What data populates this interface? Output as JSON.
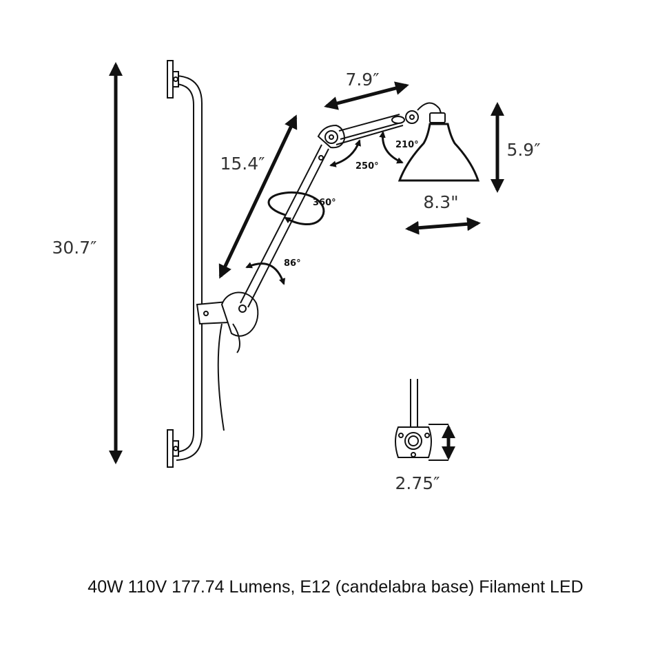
{
  "dimensions": {
    "total_height": "30.7″",
    "lower_arm": "15.4″",
    "upper_arm": "7.9″",
    "shade_height": "5.9″",
    "shade_width": "8.3\"",
    "base_plate": "2.75″"
  },
  "rotations": {
    "shade": "210°",
    "upper_joint": "250°",
    "arm_swivel": "360°",
    "base_pivot": "86°"
  },
  "caption": "40W 110V 177.74 Lumens, E12 (candelabra base) Filament LED",
  "colors": {
    "line": "#111111",
    "text": "#333333",
    "fill": "#ffffff"
  }
}
